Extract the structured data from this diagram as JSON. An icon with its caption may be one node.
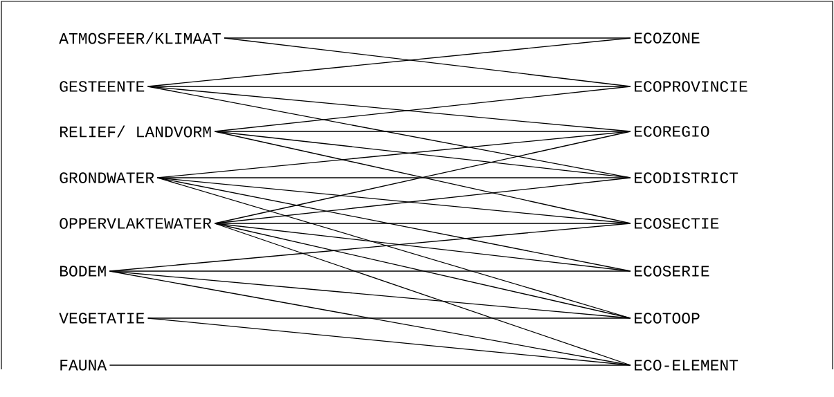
{
  "diagram": {
    "nodes": [
      {
        "text": [
          "ATMOSFEER/KLIMAAT"
        ]
      },
      {
        "text": [
          "GESTEENTE"
        ]
      },
      {
        "text": [
          "RELIEF/ LANDVORM"
        ]
      },
      {
        "text": [
          "GRONDWATER"
        ]
      },
      {
        "text": [
          "OPPERVLAKTEWATER"
        ]
      },
      {
        "text": [
          "BODEM"
        ]
      },
      {
        "text": [
          "VEGETATIE"
        ]
      },
      {
        "text": [
          "FAUNA"
        ]
      },
      {
        "text": [
          "ECOZONE"
        ]
      },
      {
        "text": [
          "ECOPROVINCIE"
        ]
      },
      {
        "text": [
          "ECOREGIO"
        ]
      },
      {
        "text": [
          "ECODISTRICT"
        ]
      },
      {
        "text": [
          "ECOSECTIE"
        ]
      },
      {
        "text": [
          "ECOSERIE"
        ]
      },
      {
        "text": [
          "ECOTOOP"
        ]
      },
      {
        "text": [
          "ECO-ELEMENT"
        ]
      }
    ],
    "edges": [
      {
        "from": 0,
        "to": 8,
        "arrow": "none"
      },
      {
        "from": 0,
        "to": 9,
        "arrow": "none"
      },
      {
        "from": 1,
        "to": 8,
        "arrow": "none"
      },
      {
        "from": 1,
        "to": 9,
        "arrow": "none"
      },
      {
        "from": 1,
        "to": 10,
        "arrow": "none"
      },
      {
        "from": 1,
        "to": 11,
        "arrow": "none"
      },
      {
        "from": 2,
        "to": 9,
        "arrow": "none"
      },
      {
        "from": 2,
        "to": 10,
        "arrow": "none"
      },
      {
        "from": 2,
        "to": 11,
        "arrow": "none"
      },
      {
        "from": 2,
        "to": 12,
        "arrow": "none"
      },
      {
        "from": 3,
        "to": 10,
        "arrow": "none"
      },
      {
        "from": 3,
        "to": 11,
        "arrow": "none"
      },
      {
        "from": 3,
        "to": 12,
        "arrow": "none"
      },
      {
        "from": 3,
        "to": 13,
        "arrow": "none"
      },
      {
        "from": 3,
        "to": 14,
        "arrow": "none"
      },
      {
        "from": 4,
        "to": 10,
        "arrow": "none"
      },
      {
        "from": 4,
        "to": 11,
        "arrow": "none"
      },
      {
        "from": 4,
        "to": 12,
        "arrow": "none"
      },
      {
        "from": 4,
        "to": 13,
        "arrow": "none"
      },
      {
        "from": 4,
        "to": 14,
        "arrow": "none"
      },
      {
        "from": 4,
        "to": 15,
        "arrow": "none"
      },
      {
        "from": 5,
        "to": 12,
        "arrow": "none"
      },
      {
        "from": 5,
        "to": 13,
        "arrow": "none"
      },
      {
        "from": 5,
        "to": 14,
        "arrow": "none"
      },
      {
        "from": 5,
        "to": 15,
        "arrow": "none"
      },
      {
        "from": 6,
        "to": 14,
        "arrow": "none"
      },
      {
        "from": 6,
        "to": 15,
        "arrow": "none"
      },
      {
        "from": 7,
        "to": 15,
        "arrow": "none"
      }
    ]
  }
}
